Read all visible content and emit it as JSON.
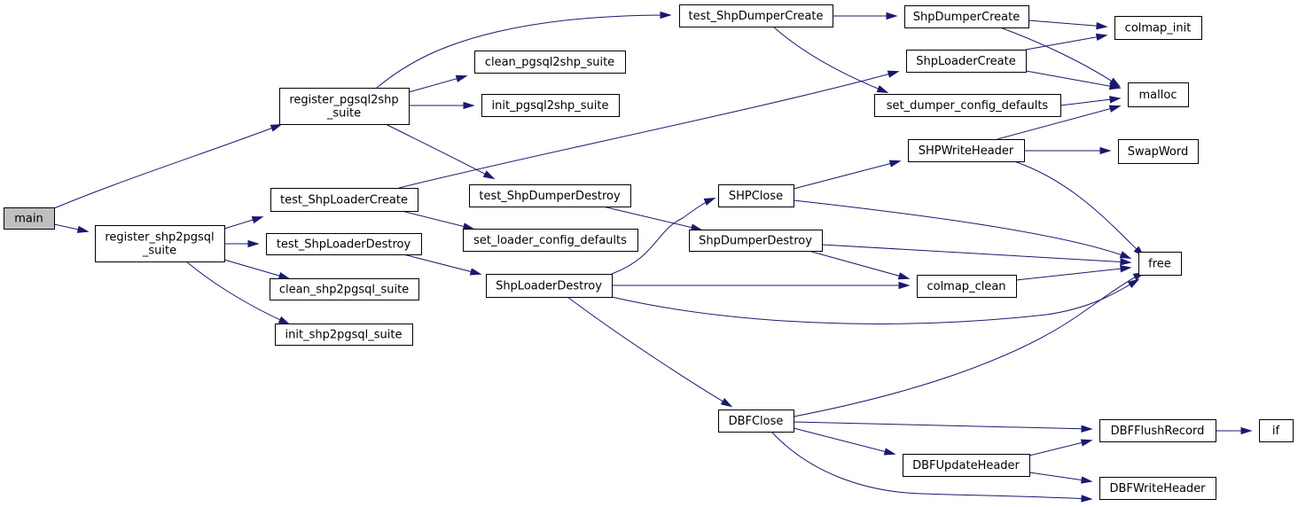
{
  "graph": {
    "type": "call-graph",
    "root": "main",
    "colors": {
      "edge": "#191970",
      "root_fill": "#bfbfbf",
      "node_fill": "#ffffff",
      "node_border": "#000000"
    },
    "nodes": {
      "main": {
        "lines": [
          "main"
        ]
      },
      "register_shp2pgsql_suite": {
        "lines": [
          "register_shp2pgsql",
          "_suite"
        ]
      },
      "register_pgsql2shp_suite": {
        "lines": [
          "register_pgsql2shp",
          "_suite"
        ]
      },
      "test_ShpLoaderCreate": {
        "lines": [
          "test_ShpLoaderCreate"
        ]
      },
      "test_ShpLoaderDestroy": {
        "lines": [
          "test_ShpLoaderDestroy"
        ]
      },
      "clean_shp2pgsql_suite": {
        "lines": [
          "clean_shp2pgsql_suite"
        ]
      },
      "init_shp2pgsql_suite": {
        "lines": [
          "init_shp2pgsql_suite"
        ]
      },
      "test_ShpDumperCreate": {
        "lines": [
          "test_ShpDumperCreate"
        ]
      },
      "clean_pgsql2shp_suite": {
        "lines": [
          "clean_pgsql2shp_suite"
        ]
      },
      "init_pgsql2shp_suite": {
        "lines": [
          "init_pgsql2shp_suite"
        ]
      },
      "test_ShpDumperDestroy": {
        "lines": [
          "test_ShpDumperDestroy"
        ]
      },
      "set_loader_config_defaults": {
        "lines": [
          "set_loader_config_defaults"
        ]
      },
      "ShpLoaderDestroy": {
        "lines": [
          "ShpLoaderDestroy"
        ]
      },
      "ShpDumperCreate": {
        "lines": [
          "ShpDumperCreate"
        ]
      },
      "ShpLoaderCreate": {
        "lines": [
          "ShpLoaderCreate"
        ]
      },
      "set_dumper_config_defaults": {
        "lines": [
          "set_dumper_config_defaults"
        ]
      },
      "SHPWriteHeader": {
        "lines": [
          "SHPWriteHeader"
        ]
      },
      "SHPClose": {
        "lines": [
          "SHPClose"
        ]
      },
      "ShpDumperDestroy": {
        "lines": [
          "ShpDumperDestroy"
        ]
      },
      "colmap_clean": {
        "lines": [
          "colmap_clean"
        ]
      },
      "DBFClose": {
        "lines": [
          "DBFClose"
        ]
      },
      "DBFUpdateHeader": {
        "lines": [
          "DBFUpdateHeader"
        ]
      },
      "colmap_init": {
        "lines": [
          "colmap_init"
        ]
      },
      "malloc": {
        "lines": [
          "malloc"
        ]
      },
      "SwapWord": {
        "lines": [
          "SwapWord"
        ]
      },
      "free": {
        "lines": [
          "free"
        ]
      },
      "DBFFlushRecord": {
        "lines": [
          "DBFFlushRecord"
        ]
      },
      "DBFWriteHeader": {
        "lines": [
          "DBFWriteHeader"
        ]
      },
      "if": {
        "lines": [
          "if"
        ]
      }
    },
    "edges": [
      [
        "main",
        "register_pgsql2shp_suite"
      ],
      [
        "main",
        "register_shp2pgsql_suite"
      ],
      [
        "register_pgsql2shp_suite",
        "test_ShpDumperCreate"
      ],
      [
        "register_pgsql2shp_suite",
        "clean_pgsql2shp_suite"
      ],
      [
        "register_pgsql2shp_suite",
        "init_pgsql2shp_suite"
      ],
      [
        "register_pgsql2shp_suite",
        "test_ShpDumperDestroy"
      ],
      [
        "register_shp2pgsql_suite",
        "test_ShpLoaderCreate"
      ],
      [
        "register_shp2pgsql_suite",
        "test_ShpLoaderDestroy"
      ],
      [
        "register_shp2pgsql_suite",
        "clean_shp2pgsql_suite"
      ],
      [
        "register_shp2pgsql_suite",
        "init_shp2pgsql_suite"
      ],
      [
        "test_ShpLoaderCreate",
        "ShpLoaderCreate"
      ],
      [
        "test_ShpLoaderCreate",
        "set_loader_config_defaults"
      ],
      [
        "test_ShpLoaderDestroy",
        "ShpLoaderDestroy"
      ],
      [
        "test_ShpDumperCreate",
        "ShpDumperCreate"
      ],
      [
        "test_ShpDumperCreate",
        "set_dumper_config_defaults"
      ],
      [
        "test_ShpDumperDestroy",
        "ShpDumperDestroy"
      ],
      [
        "ShpLoaderDestroy",
        "SHPClose"
      ],
      [
        "ShpLoaderDestroy",
        "colmap_clean"
      ],
      [
        "ShpLoaderDestroy",
        "free"
      ],
      [
        "ShpLoaderDestroy",
        "DBFClose"
      ],
      [
        "ShpDumperCreate",
        "colmap_init"
      ],
      [
        "ShpDumperCreate",
        "malloc"
      ],
      [
        "ShpLoaderCreate",
        "colmap_init"
      ],
      [
        "ShpLoaderCreate",
        "malloc"
      ],
      [
        "set_dumper_config_defaults",
        "malloc"
      ],
      [
        "SHPWriteHeader",
        "malloc"
      ],
      [
        "SHPWriteHeader",
        "SwapWord"
      ],
      [
        "SHPWriteHeader",
        "free"
      ],
      [
        "SHPClose",
        "SHPWriteHeader"
      ],
      [
        "SHPClose",
        "free"
      ],
      [
        "ShpDumperDestroy",
        "free"
      ],
      [
        "ShpDumperDestroy",
        "colmap_clean"
      ],
      [
        "colmap_clean",
        "free"
      ],
      [
        "DBFClose",
        "free"
      ],
      [
        "DBFClose",
        "DBFFlushRecord"
      ],
      [
        "DBFClose",
        "DBFUpdateHeader"
      ],
      [
        "DBFClose",
        "DBFWriteHeader"
      ],
      [
        "DBFUpdateHeader",
        "DBFFlushRecord"
      ],
      [
        "DBFUpdateHeader",
        "DBFWriteHeader"
      ],
      [
        "DBFFlushRecord",
        "if"
      ]
    ]
  }
}
